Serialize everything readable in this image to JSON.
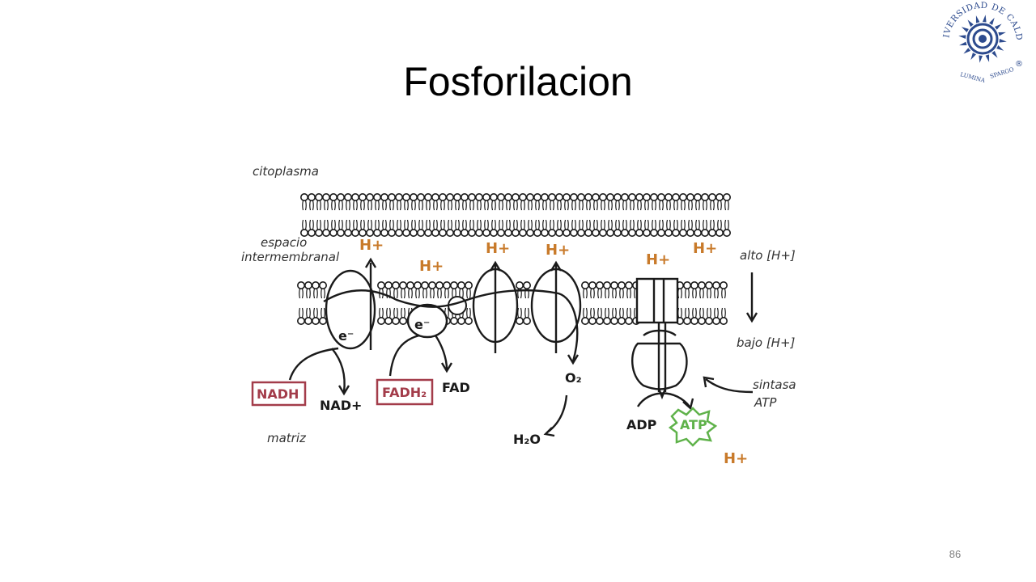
{
  "slide": {
    "title": "Fosforilacion",
    "page_number": "86"
  },
  "logo": {
    "arc_text": "UNIVERSIDAD DE CALDAS",
    "motto_left": "LUMINA",
    "motto_right": "SPARGO",
    "mark": "®"
  },
  "diagram": {
    "citoplasma": "citoplasma",
    "espacio_line1": "espacio",
    "espacio_line2": "intermembranal",
    "matriz": "matriz",
    "alto": "alto [H+]",
    "bajo": "bajo [H+]",
    "sintasa_line1": "sintasa",
    "sintasa_line2": "ATP",
    "h_plus": "H+",
    "electron": "e⁻",
    "nadh": "NADH",
    "nad_plus": "NAD+",
    "fadh2": "FADH₂",
    "fad": "FAD",
    "o2": "O₂",
    "h2o": "H₂O",
    "adp": "ADP",
    "atp": "ATP",
    "colors": {
      "proton": "#c87a2a",
      "nadh_box": "#a33c4a",
      "atp": "#5fb24a",
      "ink": "#1a1a1a"
    }
  }
}
